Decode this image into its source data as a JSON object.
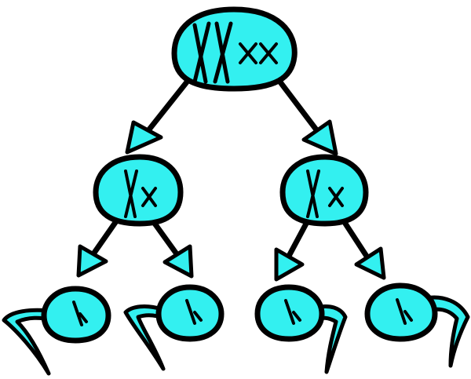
{
  "colors": {
    "cell_fill": "#33f0f0",
    "outline": "#000000",
    "background": "#ffffff"
  },
  "diagram": {
    "parent_cell": {
      "chromosome_pairs": 2,
      "paired": true
    },
    "daughter_cells": [
      {
        "chromosome_pairs": 1,
        "paired": true
      },
      {
        "chromosome_pairs": 1,
        "paired": true
      }
    ],
    "sperm_cells": [
      {
        "chromosomes": 1
      },
      {
        "chromosomes": 1
      },
      {
        "chromosomes": 1
      },
      {
        "chromosomes": 1
      }
    ]
  }
}
